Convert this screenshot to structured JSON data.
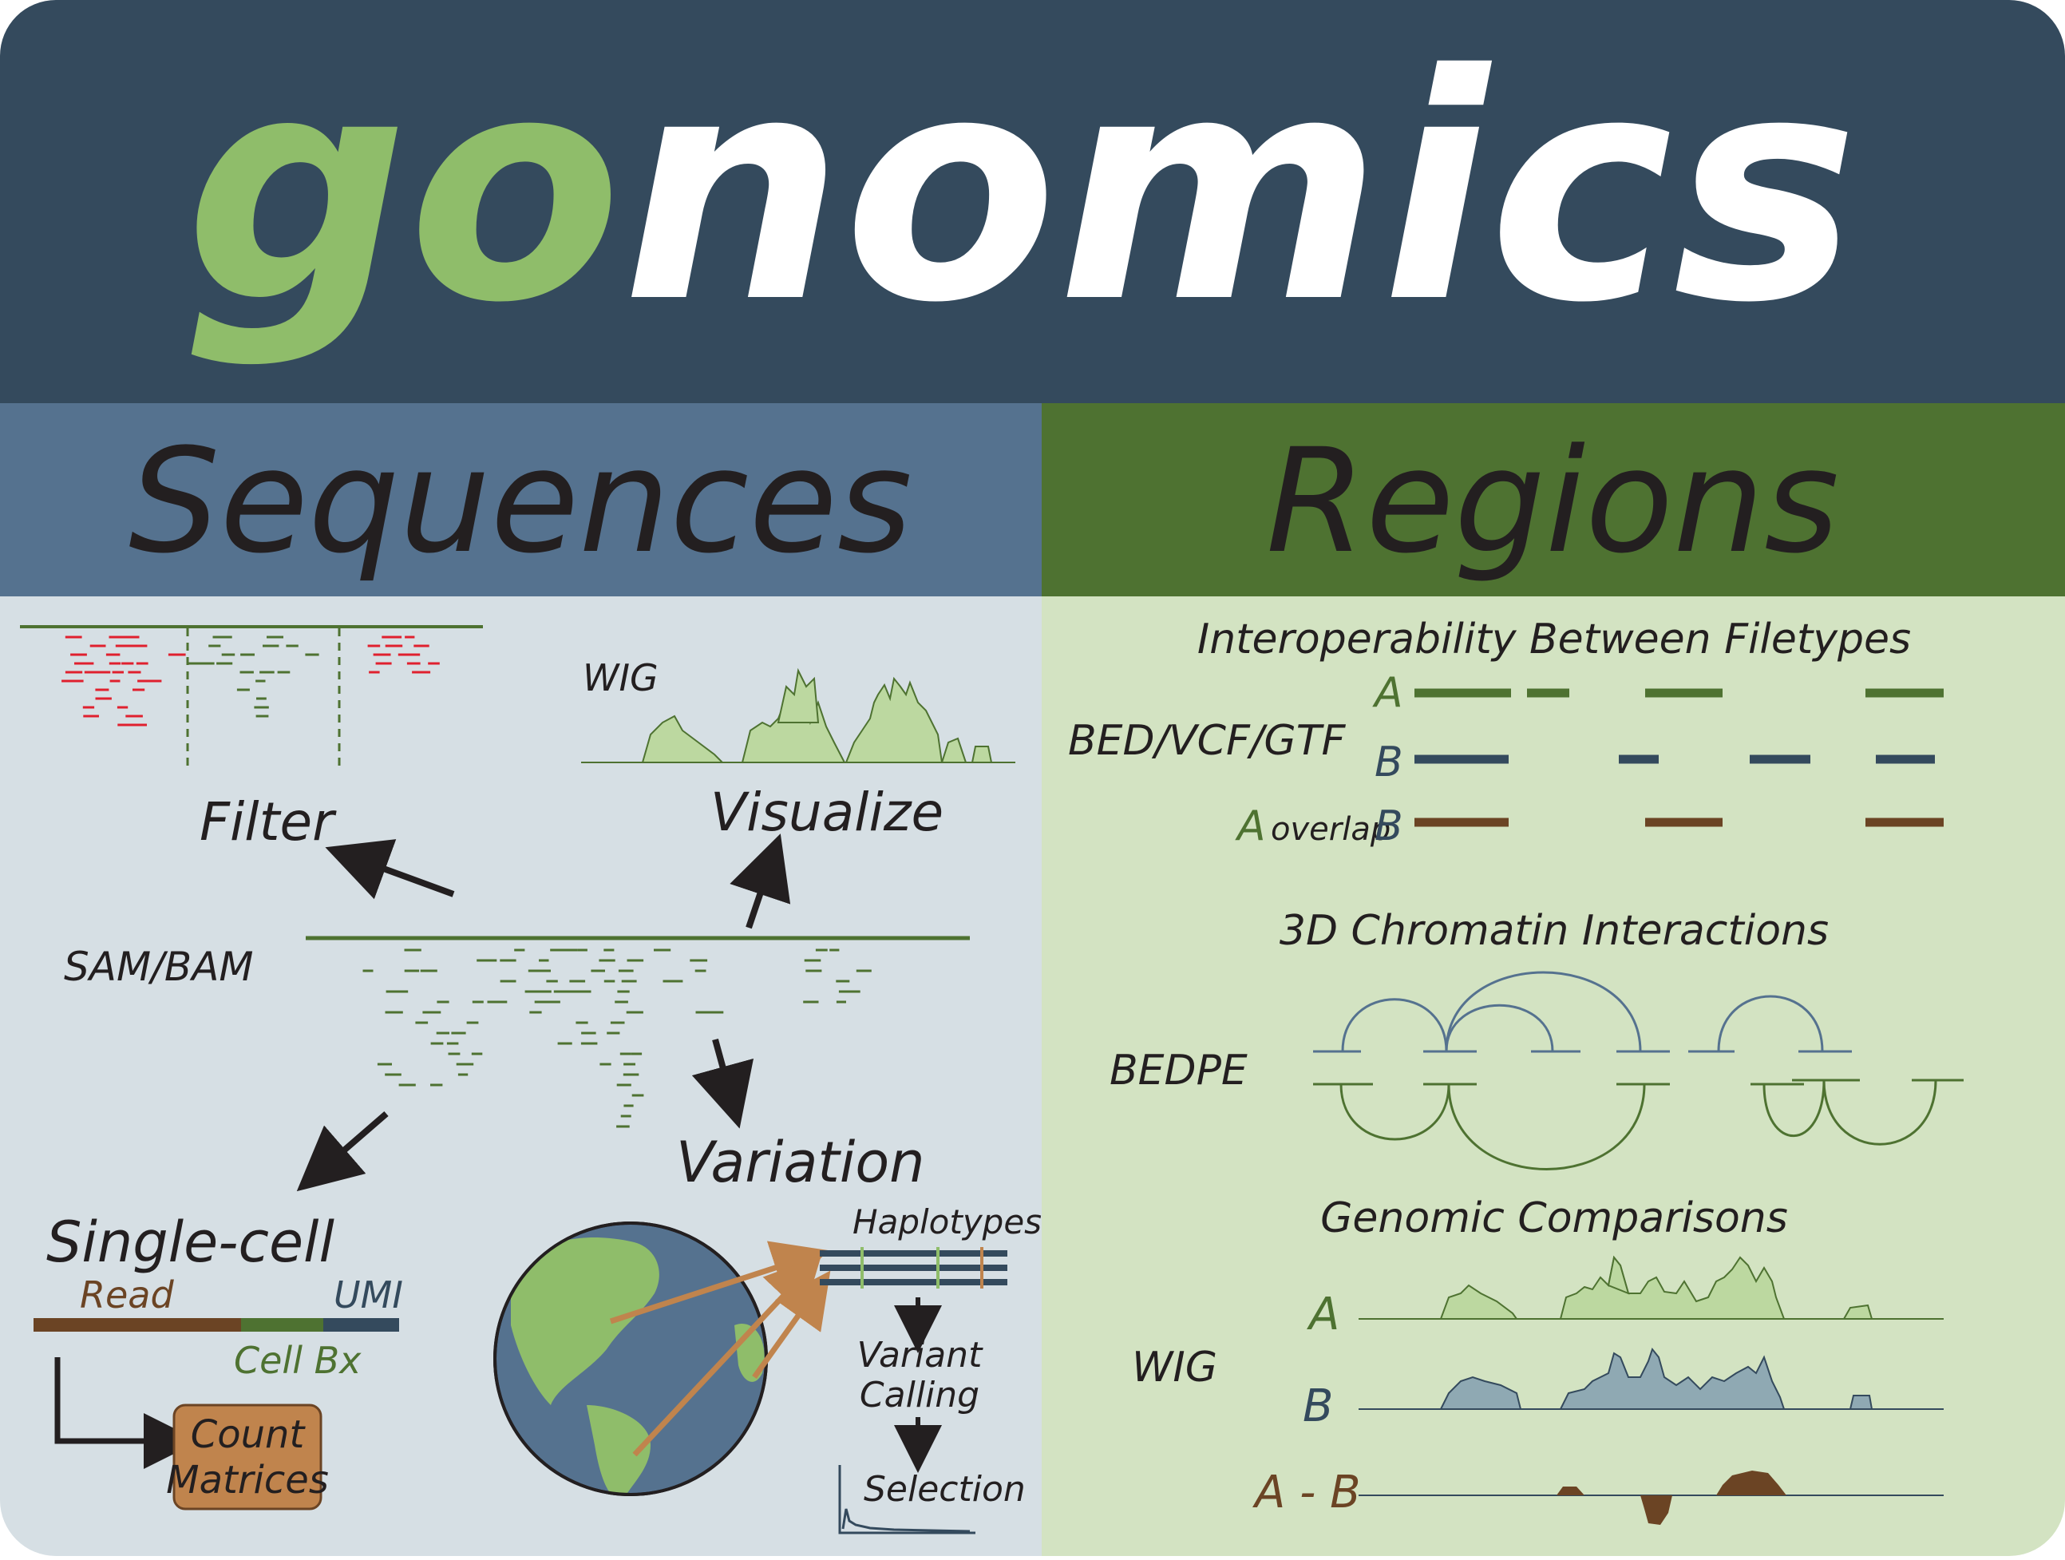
{
  "header": {
    "title_go": "go",
    "title_rest": "nomics",
    "go_color": "#8fbd6a",
    "bg_color": "#344a5d"
  },
  "sequences": {
    "heading": "Sequences",
    "heading_bg": "#55728f",
    "panel_bg": "#d6dfe4",
    "wig_label": "WIG",
    "filter_label": "Filter",
    "visualize_label": "Visualize",
    "sam_label": "SAM/BAM",
    "variation_label": "Variation",
    "singlecell_label": "Single-cell",
    "read_label": "Read",
    "umi_label": "UMI",
    "cellbx_label": "Cell Bx",
    "count_line1": "Count",
    "count_line2": "Matrices",
    "haplotypes_label": "Haplotypes",
    "variant_line1": "Variant",
    "variant_line2": "Calling",
    "selection_label": "Selection"
  },
  "regions": {
    "heading": "Regions",
    "heading_bg": "#4e7231",
    "panel_bg": "#d3e3c2",
    "interop_title": "Interoperability Between Filetypes",
    "bed_label": "BED/VCF/GTF",
    "a_label": "A",
    "b_label": "B",
    "overlap_a": "A",
    "overlap_word": "overlap",
    "overlap_b": "B",
    "chromatin_title": "3D Chromatin Interactions",
    "bedpe_label": "BEDPE",
    "comparisons_title": "Genomic Comparisons",
    "wig_label": "WIG",
    "cmp_a": "A",
    "cmp_b": "B",
    "cmp_ab": "A - B"
  },
  "colors": {
    "dark_green": "#4e7231",
    "navy": "#344a5d",
    "brown": "#6b4424",
    "red": "#e0202e",
    "blue_arc": "#55728f",
    "light_green_fill": "#bcd8a0",
    "blue_fill": "#8fa9b3",
    "orange_box": "#c0844d",
    "earth_ocean": "#55728f",
    "earth_land": "#8fbd6a",
    "text_dark": "#231f20"
  }
}
